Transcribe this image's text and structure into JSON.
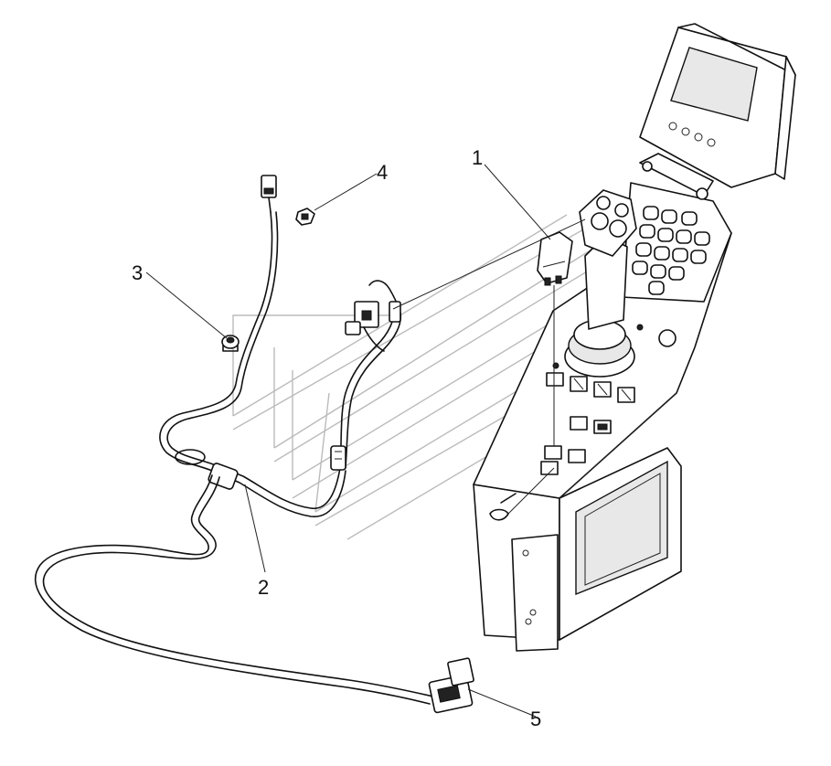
{
  "callouts": [
    {
      "id": "1",
      "label": "1"
    },
    {
      "id": "2",
      "label": "2"
    },
    {
      "id": "3",
      "label": "3"
    },
    {
      "id": "4",
      "label": "4"
    },
    {
      "id": "5",
      "label": "5"
    }
  ],
  "icons": {
    "console": "control-console-icon",
    "joystick": "joystick-icon",
    "display": "display-monitor-icon",
    "harness": "wiring-harness-icon"
  }
}
